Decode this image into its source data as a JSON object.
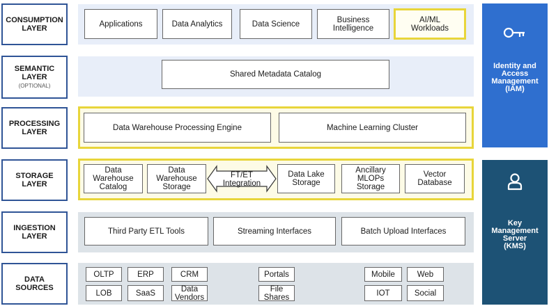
{
  "layers": {
    "consumption": {
      "label": [
        "CONSUMPTION",
        "LAYER"
      ]
    },
    "semantic": {
      "label": [
        "SEMANTIC",
        "LAYER"
      ],
      "sub": "(OPTIONAL)"
    },
    "processing": {
      "label": [
        "PROCESSING",
        "LAYER"
      ]
    },
    "storage": {
      "label": [
        "STORAGE",
        "LAYER"
      ]
    },
    "ingestion": {
      "label": [
        "INGESTION",
        "LAYER"
      ]
    },
    "sources": {
      "label": [
        "DATA",
        "SOURCES"
      ]
    }
  },
  "consumption": {
    "applications": "Applications",
    "analytics": "Data Analytics",
    "science": "Data Science",
    "bi": [
      "Business",
      "Intelligence"
    ],
    "aiml": [
      "AI/ML",
      "Workloads"
    ]
  },
  "semantic": {
    "catalog": "Shared Metadata Catalog"
  },
  "processing": {
    "engine": "Data Warehouse Processing Engine",
    "ml": "Machine Learning Cluster"
  },
  "storage": {
    "dw_catalog": [
      "Data",
      "Warehouse",
      "Catalog"
    ],
    "dw_storage": [
      "Data",
      "Warehouse",
      "Storage"
    ],
    "integration": [
      "FT/ET",
      "Integration"
    ],
    "lake": [
      "Data Lake",
      "Storage"
    ],
    "mlops": [
      "Ancillary",
      "MLOPs",
      "Storage"
    ],
    "vector": [
      "Vector",
      "Database"
    ]
  },
  "ingestion": {
    "etl": "Third Party ETL Tools",
    "streaming": "Streaming Interfaces",
    "batch": "Batch Upload Interfaces"
  },
  "sources": {
    "oltp": "OLTP",
    "erp": "ERP",
    "crm": "CRM",
    "portals": "Portals",
    "mobile": "Mobile",
    "web": "Web",
    "lob": "LOB",
    "saas": "SaaS",
    "vendors": [
      "Data",
      "Vendors"
    ],
    "files": [
      "File",
      "Shares"
    ],
    "iot": "IOT",
    "social": "Social"
  },
  "sidebar": {
    "iam": {
      "title": [
        "Identity and",
        "Access",
        "Management",
        "(IAM)"
      ],
      "icon": "key-icon"
    },
    "kms": {
      "title": [
        "Key",
        "Management",
        "Server",
        "(KMS)"
      ],
      "icon": "person-icon"
    }
  },
  "colors": {
    "layer_border": "#2f5496",
    "highlight": "#e8d53a",
    "iam": "#2f6fcf",
    "kms": "#1d5275"
  }
}
